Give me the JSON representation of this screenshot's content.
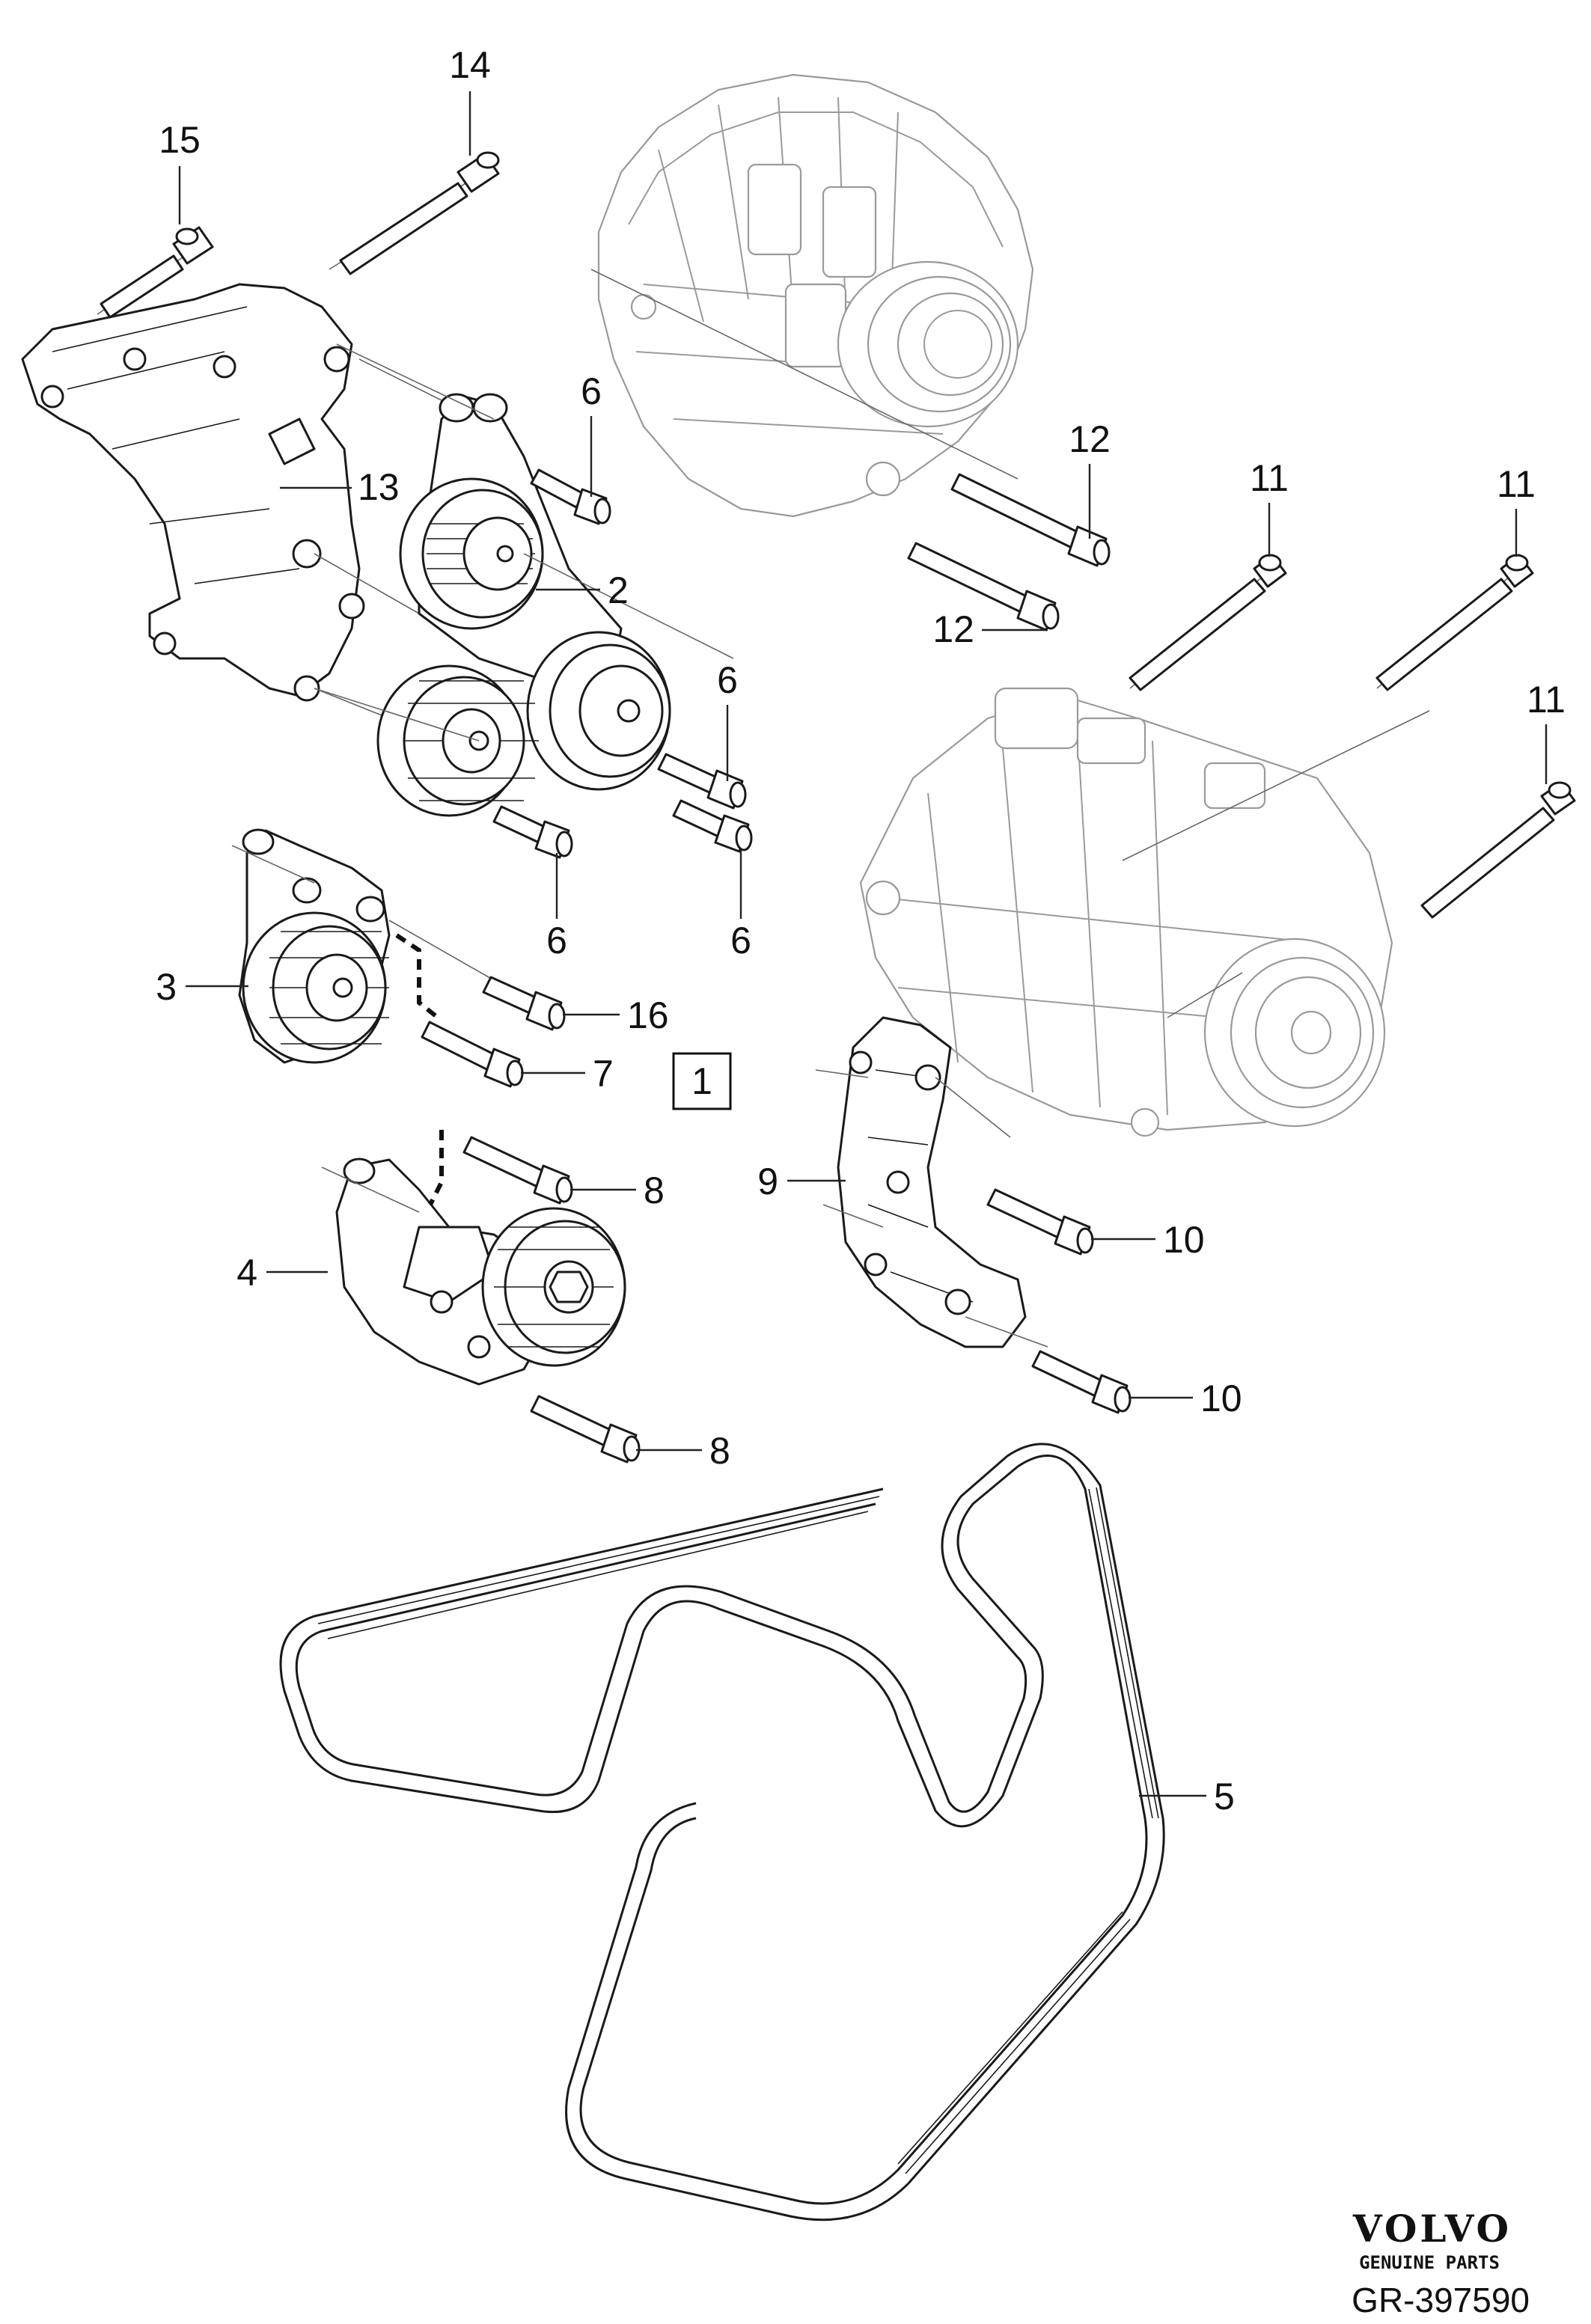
{
  "diagram": {
    "callouts": {
      "c14": "14",
      "c15": "15",
      "c6a": "6",
      "c13": "13",
      "c2": "2",
      "c12a": "12",
      "c12b": "12",
      "c11a": "11",
      "c11b": "11",
      "c11c": "11",
      "c6b": "6",
      "c6c": "6",
      "c6d": "6",
      "c3": "3",
      "c16": "16",
      "c7": "7",
      "c1": "1",
      "c8a": "8",
      "c9": "9",
      "c10a": "10",
      "c4": "4",
      "c10b": "10",
      "c8b": "8",
      "c5": "5"
    },
    "brand": {
      "name": "VOLVO",
      "subtitle": "GENUINE PARTS"
    },
    "reference": "GR-397590"
  }
}
